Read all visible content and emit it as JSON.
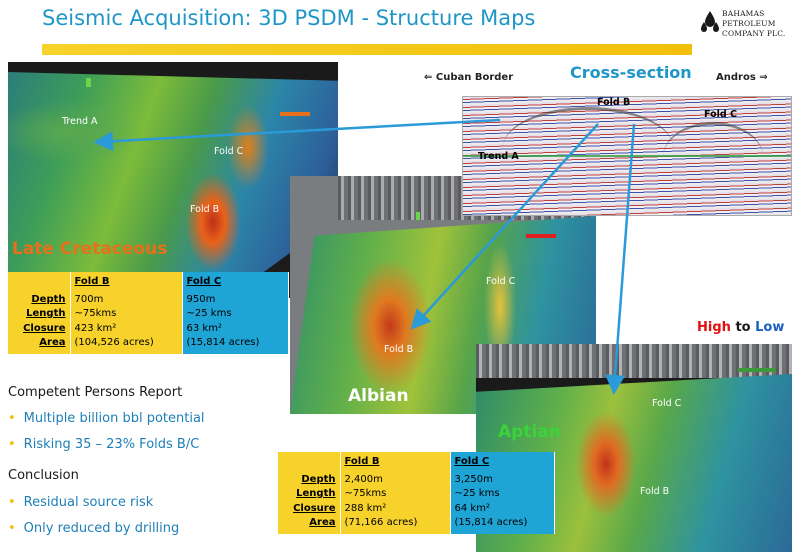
{
  "title": "Seismic Acquisition: 3D PSDM  -  Structure Maps",
  "logo": {
    "line1": "BAHAMAS",
    "line2": "PETROLEUM",
    "line3": "COMPANY PLC."
  },
  "cross_section": {
    "title": "Cross-section",
    "left_direction": "Cuban Border",
    "right_direction": "Andros",
    "labels": {
      "fold_b": "Fold B",
      "fold_c": "Fold C",
      "trend_a": "Trend A"
    }
  },
  "late_cretaceous": {
    "name": "Late Cretaceous",
    "labels": {
      "trend_a": "Trend A",
      "fold_c": "Fold C",
      "fold_b": "Fold B"
    },
    "table": {
      "headers": [
        "Fold B",
        "Fold C"
      ],
      "rows": [
        {
          "label": "Depth",
          "b": "700m",
          "c": "950m"
        },
        {
          "label": "Length",
          "b": "~75kms",
          "c": "~25 kms"
        },
        {
          "label": "Closure",
          "b": "423 km²",
          "c": "63 km²"
        },
        {
          "label": "Area",
          "b": "(104,526 acres)",
          "c": "(15,814 acres)"
        }
      ]
    }
  },
  "albian": {
    "name": "Albian",
    "labels": {
      "fold_c": "Fold C",
      "fold_b": "Fold B"
    }
  },
  "aptian": {
    "name": "Aptian",
    "labels": {
      "fold_c": "Fold C",
      "fold_b": "Fold B"
    },
    "table": {
      "headers": [
        "Fold B",
        "Fold C"
      ],
      "rows": [
        {
          "label": "Depth",
          "b": "2,400m",
          "c": "3,250m"
        },
        {
          "label": "Length",
          "b": "~75kms",
          "c": "~25 kms"
        },
        {
          "label": "Closure",
          "b": "288 km²",
          "c": "64 km²"
        },
        {
          "label": "Area",
          "b": "(71,166 acres)",
          "c": "(15,814 acres)"
        }
      ]
    }
  },
  "legend": {
    "high": "High",
    "to": "to",
    "low": "Low",
    "high_color": "#e01010",
    "low_color": "#1a5fc0"
  },
  "cpr": {
    "title": "Competent Persons Report",
    "bullets": [
      "Multiple billion bbl potential",
      "Risking 35 – 23% Folds B/C"
    ]
  },
  "conclusion": {
    "title": "Conclusion",
    "bullets": [
      "Residual source risk",
      "Only reduced by drilling"
    ]
  },
  "colors": {
    "title": "#1e96c8",
    "bar": "#f7d22a",
    "table_yellow": "#f7d22a",
    "table_blue": "#1fa4d6",
    "surface_orange": "#e8701a",
    "surface_green": "#3ad43a",
    "arrow": "#2a9ad8"
  }
}
